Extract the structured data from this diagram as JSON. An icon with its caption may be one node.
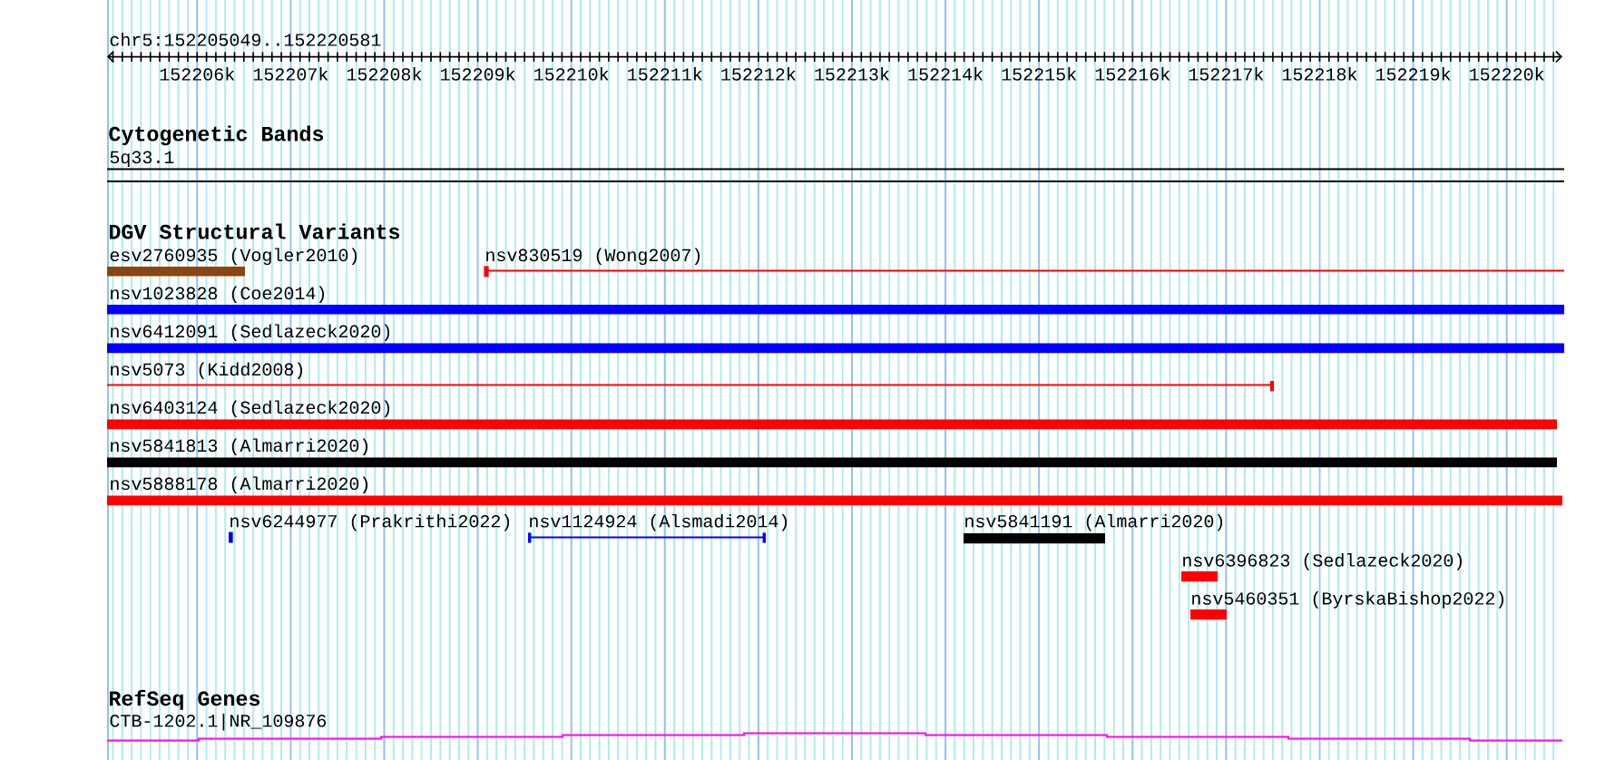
{
  "diagram": {
    "nodes": [
      {
        "text": [
          "5q33.1"
        ]
      },
      {
        "text": [
          "esv2760935 (Vogler2010)"
        ]
      },
      {
        "text": [
          "nsv830519 (Wong2007)"
        ]
      },
      {
        "text": [
          "nsv1023828 (Coe2014)"
        ]
      },
      {
        "text": [
          "nsv6412091 (Sedlazeck2020)"
        ]
      },
      {
        "text": [
          "nsv5073 (Kidd2008)"
        ]
      },
      {
        "text": [
          "nsv6403124 (Sedlazeck2020)"
        ]
      },
      {
        "text": [
          "nsv5841813 (Almarri2020)"
        ]
      },
      {
        "text": [
          "nsv5888178 (Almarri2020)"
        ]
      },
      {
        "text": [
          "nsv6244977 (Prakrithi2022)"
        ]
      },
      {
        "text": [
          "nsv1124924 (Alsmadi2014)"
        ]
      },
      {
        "text": [
          "nsv5841191 (Almarri2020)"
        ]
      },
      {
        "text": [
          "nsv6396823 (Sedlazeck2020)"
        ]
      },
      {
        "text": [
          "nsv5460351 (ByrskaBishop2022)"
        ]
      },
      {
        "text": [
          "CTB-1202.1|NR_109876"
        ]
      }
    ],
    "labels": [
      "chr5:152205049..152220581",
      "152206k",
      "152207k",
      "152208k",
      "152209k",
      "152210k",
      "152211k",
      "152212k",
      "152213k",
      "152214k",
      "152215k",
      "152216k",
      "152217k",
      "152218k",
      "152219k",
      "152220k",
      "Cytogenetic Bands",
      "DGV Structural Variants",
      "RefSeq Genes"
    ]
  }
}
